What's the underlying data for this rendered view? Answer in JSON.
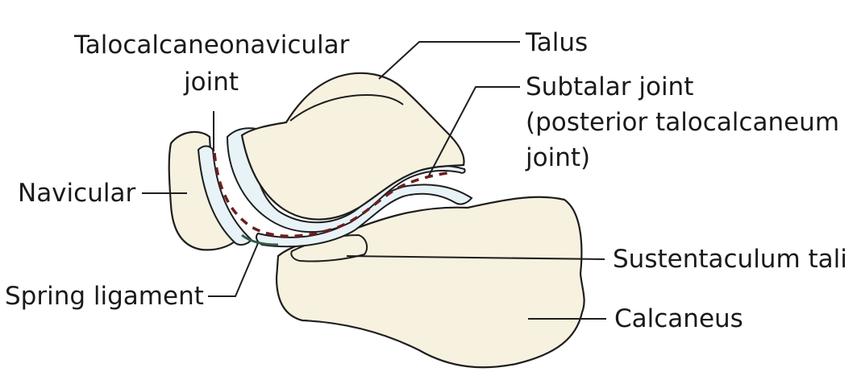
{
  "labels": {
    "tcn_line1": "Talocalcaneonavicular",
    "tcn_line2": "joint",
    "talus": "Talus",
    "subtalar_line1": "Subtalar joint",
    "subtalar_line2": "(posterior talocalcaneum",
    "subtalar_line3": "joint)",
    "navicular": "Navicular",
    "sustentaculum": "Sustentaculum tali",
    "spring": "Spring ligament",
    "calcaneus": "Calcaneus"
  },
  "colors": {
    "bone": "#f7f1df",
    "bone_shade": "#ece4cc",
    "cartilage": "#e8f3f8",
    "outline": "#1e1e1e",
    "joint_dash": "#6b1f1f",
    "ligament": "#2f5d4a"
  }
}
